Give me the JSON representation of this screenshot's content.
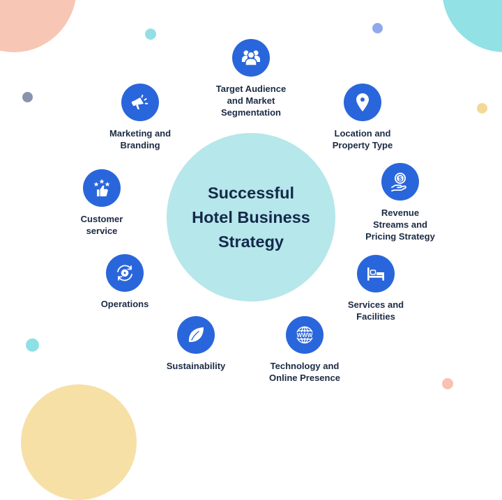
{
  "diagram": {
    "title": "Successful\nHotel Business\nStrategy",
    "colors": {
      "icon_circle": "#2a66db",
      "center_circle": "#b6e7ea",
      "text": "#1b2a44",
      "title_text": "#14294b"
    },
    "nodes": [
      {
        "id": "target-audience",
        "label": "Target Audience\nand Market\nSegmentation",
        "icon": "group-people-icon"
      },
      {
        "id": "location",
        "label": "Location and\nProperty Type",
        "icon": "map-pin-icon"
      },
      {
        "id": "revenue",
        "label": "Revenue\nStreams and\nPricing Strategy",
        "icon": "hand-coin-dollar-icon"
      },
      {
        "id": "services",
        "label": "Services and\nFacilities",
        "icon": "bed-icon"
      },
      {
        "id": "technology",
        "label": "Technology and\nOnline Presence",
        "icon": "www-globe-icon"
      },
      {
        "id": "sustainability",
        "label": "Sustainability",
        "icon": "leaf-icon"
      },
      {
        "id": "operations",
        "label": "Operations",
        "icon": "gear-cycle-icon"
      },
      {
        "id": "customer-service",
        "label": "Customer\nservice",
        "icon": "thumbs-up-stars-icon"
      },
      {
        "id": "marketing",
        "label": "Marketing and\nBranding",
        "icon": "megaphone-icon"
      }
    ]
  }
}
